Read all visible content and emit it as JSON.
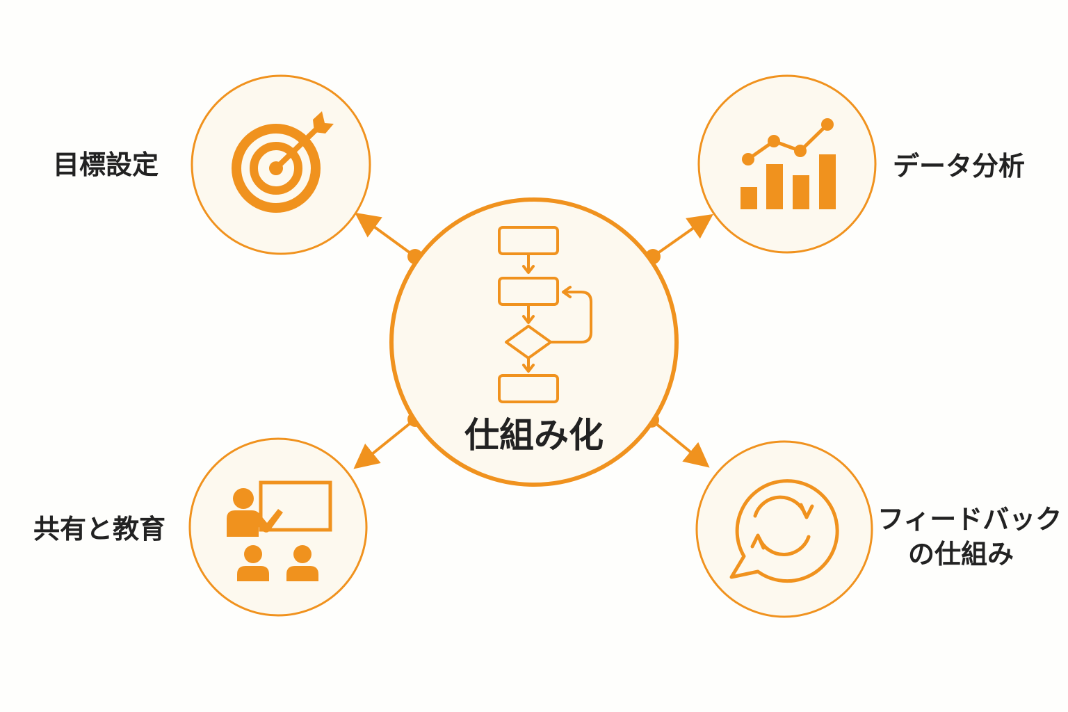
{
  "colors": {
    "accent": "#f0921e",
    "circle_fill": "#fdf9ef",
    "text": "#222222",
    "background": "#fefefc"
  },
  "center": {
    "label": "仕組み化",
    "icon": "flowchart-icon"
  },
  "nodes": [
    {
      "id": "goal-setting",
      "label": "目標設定",
      "icon": "target-icon"
    },
    {
      "id": "data-analysis",
      "label": "データ分析",
      "icon": "chart-icon"
    },
    {
      "id": "sharing-education",
      "label": "共有と教育",
      "icon": "teaching-icon"
    },
    {
      "id": "feedback",
      "label_line1": "フィードバック",
      "label_line2": "の仕組み",
      "icon": "refresh-chat-icon"
    }
  ]
}
